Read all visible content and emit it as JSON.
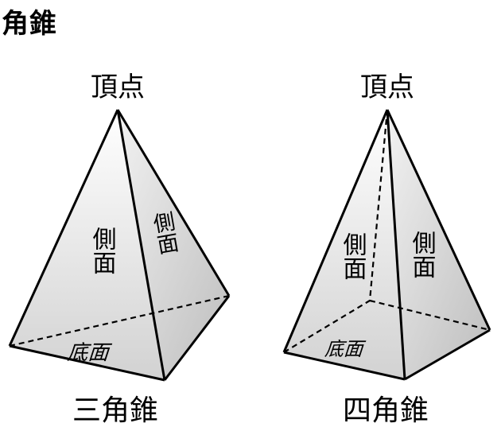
{
  "title": "角錐",
  "left_figure": {
    "apex_label": "頂点",
    "side_face_label_front": "側面",
    "side_face_label_right": "側面",
    "base_label": "底面",
    "caption": "三角錐"
  },
  "right_figure": {
    "apex_label": "頂点",
    "side_face_label_left": "側面",
    "side_face_label_right": "側面",
    "base_label": "底面",
    "caption": "四角錐"
  },
  "colors": {
    "edge": "#000000",
    "face_light": "#f4f4f4",
    "face_dark": "#c9c9c9"
  }
}
